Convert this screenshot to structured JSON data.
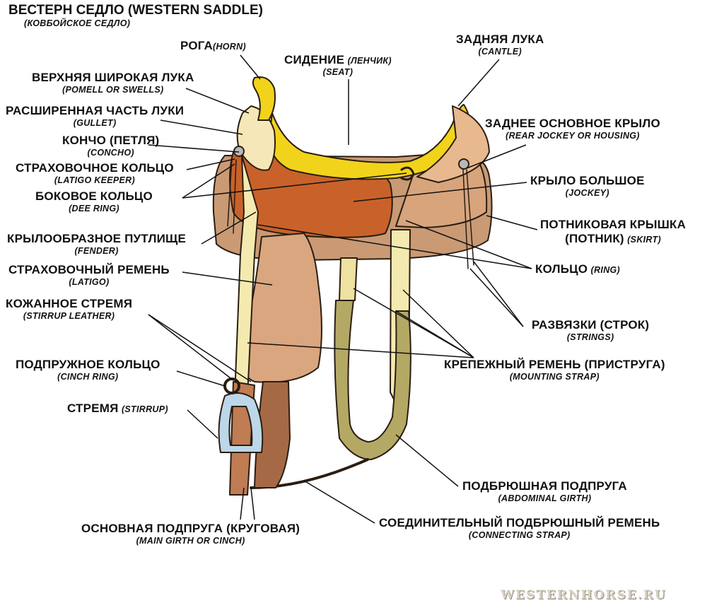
{
  "title": {
    "ru": "ВЕСТЕРН СЕДЛО (WESTERN SADDLE)",
    "sub": "(КОВБОЙСКОЕ СЕДЛО)"
  },
  "labels": {
    "horn": {
      "ru": "РОГА",
      "en": "(HORN)"
    },
    "seat": {
      "ru": "СИДЕНИЕ",
      "ru_small": "(ЛЕНЧИК)",
      "en": "(SEAT)"
    },
    "cantle": {
      "ru": "ЗАДНЯЯ ЛУКА",
      "en": "(CANTLE)"
    },
    "pommel": {
      "ru": "ВЕРХНЯЯ ШИРОКАЯ ЛУКА",
      "en": "(POMELL OR SWELLS)"
    },
    "gullet": {
      "ru": "РАСШИРЕННАЯ ЧАСТЬ ЛУКИ",
      "en": "(GULLET)"
    },
    "rear_jockey": {
      "ru": "ЗАДНЕЕ ОСНОВНОЕ КРЫЛО",
      "en": "(REAR JOCKEY OR HOUSING)"
    },
    "concho": {
      "ru": "КОНЧО (ПЕТЛЯ)",
      "en": "(CONCHO)"
    },
    "latigo_keeper": {
      "ru": "СТРАХОВОЧНОЕ КОЛЬЦО",
      "en": "(LATIGO KEEPER)"
    },
    "jockey": {
      "ru": "КРЫЛО БОЛЬШОЕ",
      "en": "(JOCKEY)"
    },
    "dee_ring": {
      "ru": "БОКОВОЕ КОЛЬЦО",
      "en": "(DEE RING)"
    },
    "skirt": {
      "ru": "ПОТНИКОВАЯ КРЫШКА",
      "ru2": "(ПОТНИК)",
      "en": "(SKIRT)"
    },
    "fender": {
      "ru": "КРЫЛООБРАЗНОЕ ПУТЛИЩЕ",
      "en": "(FENDER)"
    },
    "ring": {
      "ru": "КОЛЬЦО",
      "en": "(RING)"
    },
    "latigo": {
      "ru": "СТРАХОВОЧНЫЙ РЕМЕНЬ",
      "en": "(LATIGO)"
    },
    "stirrup_leather": {
      "ru": "КОЖАННОЕ СТРЕМЯ",
      "en": "(STIRRUP LEATHER)"
    },
    "strings": {
      "ru": "РАЗВЯЗКИ (СТРОК)",
      "en": "(STRINGS)"
    },
    "cinch_ring": {
      "ru": "ПОДПРУЖНОЕ КОЛЬЦО",
      "en": "(CINCH RING)"
    },
    "mounting_strap": {
      "ru": "КРЕПЕЖНЫЙ РЕМЕНЬ (ПРИСТРУГА)",
      "en": "(MOUNTING STRAP)"
    },
    "stirrup": {
      "ru": "СТРЕМЯ",
      "en": "(STIRRUP)"
    },
    "abdominal_girth": {
      "ru": "ПОДБРЮШНАЯ ПОДПРУГА",
      "en": "(ABDOMINAL GIRTH)"
    },
    "main_girth": {
      "ru": "ОСНОВНАЯ ПОДПРУГА (КРУГОВАЯ)",
      "en": "(MAIN GIRTH OR CINCH)"
    },
    "connecting_strap": {
      "ru": "СОЕДИНИТЕЛЬНЫЙ ПОДБРЮШНЫЙ РЕМЕНЬ",
      "en": "(CONNECTING STRAP)"
    }
  },
  "watermark": "WESTERNHORSE.RU",
  "colors": {
    "seat": "#f2d31b",
    "jockey": "#c8622a",
    "skirt": "#c99a74",
    "rear_jockey": "#e8b98e",
    "fender": "#d9a67f",
    "pommel": "#f6e7b8",
    "strap": "#f4eab0",
    "girth": "#b4a865",
    "stirrup": "#bcd7e8",
    "dark_leather": "#a56a45"
  }
}
